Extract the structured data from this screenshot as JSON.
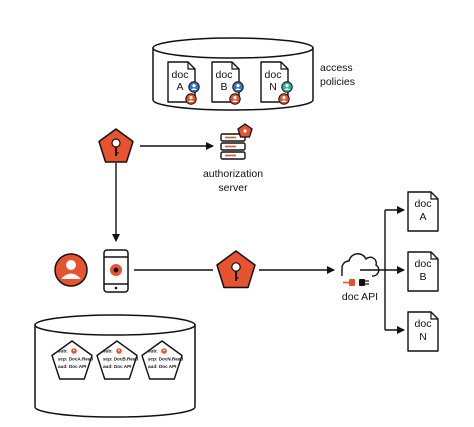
{
  "colors": {
    "stroke": "#111111",
    "orange": "#e8532f",
    "teal": "#2bb3a6",
    "blue": "#3b74c4"
  },
  "labels": {
    "access_policies": [
      "access",
      "policies"
    ],
    "authorization_server": [
      "authorization",
      "server"
    ],
    "doc_api": "doc API"
  },
  "policy_docs": [
    {
      "lines": [
        "doc",
        "A"
      ],
      "badge_color": "blue"
    },
    {
      "lines": [
        "doc",
        "B"
      ],
      "badge_color": "blue"
    },
    {
      "lines": [
        "doc",
        "N"
      ],
      "badge_color": "teal"
    }
  ],
  "api_docs": [
    {
      "lines": [
        "doc",
        "A"
      ]
    },
    {
      "lines": [
        "doc",
        "B"
      ]
    },
    {
      "lines": [
        "doc",
        "N"
      ]
    }
  ],
  "tokens": [
    {
      "lines": [
        "sub:",
        "scp: DocA.Read",
        "aud: Doc API"
      ]
    },
    {
      "lines": [
        "sub:",
        "scp: DocB.Read",
        "aud: Doc API"
      ]
    },
    {
      "lines": [
        "sub:",
        "scp: DocN.Read",
        "aud: Doc API"
      ]
    }
  ],
  "icons": [
    "database-icon",
    "document-icon",
    "user-icon",
    "key-shield-icon",
    "server-stack-icon",
    "smartphone-icon",
    "cloud-plug-icon",
    "arrow-icon"
  ]
}
